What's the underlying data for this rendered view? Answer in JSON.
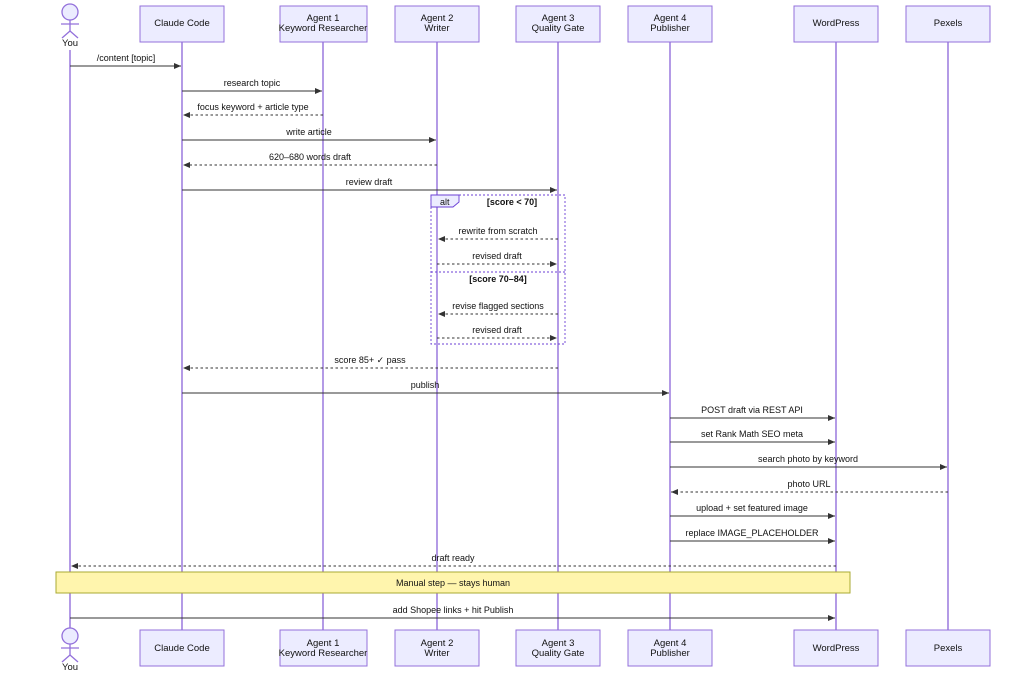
{
  "actor": {
    "label": "You"
  },
  "participants": [
    {
      "line1": "Claude Code",
      "line2": ""
    },
    {
      "line1": "Agent 1",
      "line2": "Keyword Researcher"
    },
    {
      "line1": "Agent 2",
      "line2": "Writer"
    },
    {
      "line1": "Agent 3",
      "line2": "Quality Gate"
    },
    {
      "line1": "Agent 4",
      "line2": "Publisher"
    },
    {
      "line1": "WordPress",
      "line2": ""
    },
    {
      "line1": "Pexels",
      "line2": ""
    }
  ],
  "messages": [
    {
      "text": "/content [topic]",
      "from": "You",
      "to": "Claude Code",
      "style": "solid"
    },
    {
      "text": "research topic",
      "from": "Claude Code",
      "to": "Agent 1",
      "style": "solid"
    },
    {
      "text": "focus keyword + article type",
      "from": "Agent 1",
      "to": "Claude Code",
      "style": "dashed"
    },
    {
      "text": "write article",
      "from": "Claude Code",
      "to": "Agent 2",
      "style": "solid"
    },
    {
      "text": "620–680 words draft",
      "from": "Agent 2",
      "to": "Claude Code",
      "style": "dashed"
    },
    {
      "text": "review draft",
      "from": "Claude Code",
      "to": "Agent 3",
      "style": "solid"
    },
    {
      "text": "rewrite from scratch",
      "from": "Agent 3",
      "to": "Agent 2",
      "style": "dashed"
    },
    {
      "text": "revised draft",
      "from": "Agent 2",
      "to": "Agent 3",
      "style": "dashed"
    },
    {
      "text": "revise flagged sections",
      "from": "Agent 3",
      "to": "Agent 2",
      "style": "dashed"
    },
    {
      "text": "revised draft",
      "from": "Agent 2",
      "to": "Agent 3",
      "style": "dashed"
    },
    {
      "text": "score 85+ ✓ pass",
      "from": "Agent 3",
      "to": "Claude Code",
      "style": "dashed"
    },
    {
      "text": "publish",
      "from": "Claude Code",
      "to": "Agent 4",
      "style": "solid"
    },
    {
      "text": "POST draft via REST API",
      "from": "Agent 4",
      "to": "WordPress",
      "style": "solid"
    },
    {
      "text": "set Rank Math SEO meta",
      "from": "Agent 4",
      "to": "WordPress",
      "style": "solid"
    },
    {
      "text": "search photo by keyword",
      "from": "Agent 4",
      "to": "Pexels",
      "style": "solid"
    },
    {
      "text": "photo URL",
      "from": "Pexels",
      "to": "Agent 4",
      "style": "dashed"
    },
    {
      "text": "upload + set featured image",
      "from": "Agent 4",
      "to": "WordPress",
      "style": "solid"
    },
    {
      "text": "replace IMAGE_PLACEHOLDER",
      "from": "Agent 4",
      "to": "WordPress",
      "style": "solid"
    },
    {
      "text": "draft ready",
      "from": "WordPress",
      "to": "You",
      "style": "dashed"
    },
    {
      "text": "add Shopee links + hit Publish",
      "from": "You",
      "to": "WordPress",
      "style": "solid"
    }
  ],
  "alt": {
    "label": "alt",
    "cond1": "[score < 70]",
    "cond2": "[score 70–84]"
  },
  "note": {
    "text": "Manual step — stays human"
  },
  "colors": {
    "participant_fill": "#ECECFF",
    "participant_stroke": "#9370DB",
    "note_fill": "#FFF5AD",
    "note_stroke": "#AAAA33",
    "alt_stroke": "#6b3fd6"
  }
}
